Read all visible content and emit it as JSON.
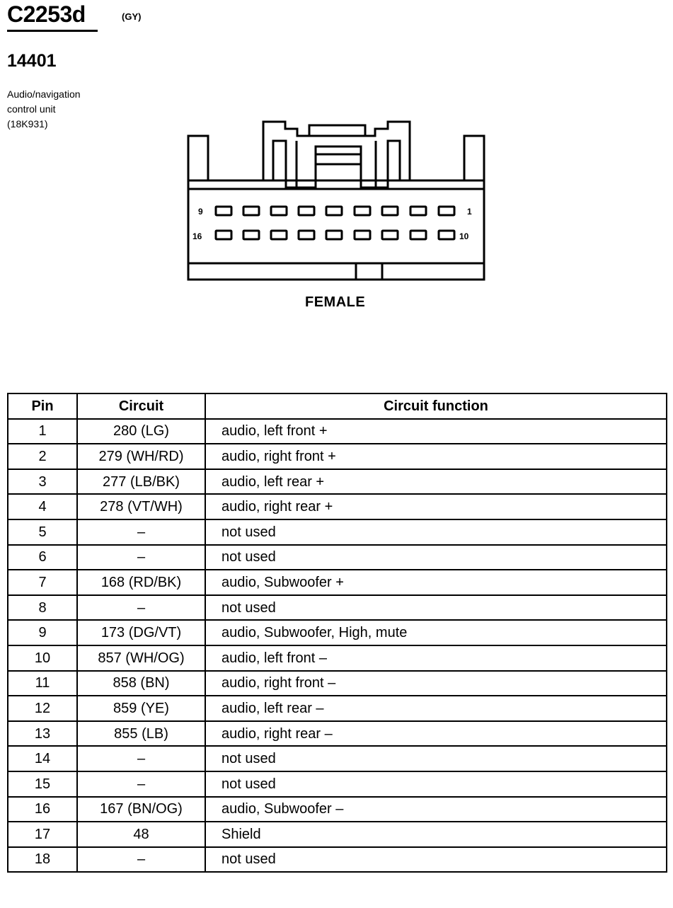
{
  "header": {
    "connector_id": "C2253d",
    "connector_color": "(GY)",
    "part_number": "14401",
    "description_lines": [
      "Audio/navigation",
      "control unit",
      "(18K931)"
    ]
  },
  "diagram": {
    "gender": "FEMALE",
    "pin_labels": {
      "top_left": "9",
      "top_right": "1",
      "bottom_left": "16",
      "bottom_right": "10"
    }
  },
  "table": {
    "headers": [
      "Pin",
      "Circuit",
      "Circuit function"
    ],
    "rows": [
      {
        "pin": "1",
        "circuit": "280 (LG)",
        "function": "audio, left front +"
      },
      {
        "pin": "2",
        "circuit": "279 (WH/RD)",
        "function": "audio, right front +"
      },
      {
        "pin": "3",
        "circuit": "277 (LB/BK)",
        "function": "audio, left rear +"
      },
      {
        "pin": "4",
        "circuit": "278 (VT/WH)",
        "function": "audio, right rear +"
      },
      {
        "pin": "5",
        "circuit": "–",
        "function": "not used"
      },
      {
        "pin": "6",
        "circuit": "–",
        "function": "not used"
      },
      {
        "pin": "7",
        "circuit": "168 (RD/BK)",
        "function": "audio, Subwoofer  +"
      },
      {
        "pin": "8",
        "circuit": "–",
        "function": "not used"
      },
      {
        "pin": "9",
        "circuit": "173 (DG/VT)",
        "function": "audio, Subwoofer, High, mute"
      },
      {
        "pin": "10",
        "circuit": "857 (WH/OG)",
        "function": "audio, left front –"
      },
      {
        "pin": "11",
        "circuit": "858 (BN)",
        "function": "audio, right front –"
      },
      {
        "pin": "12",
        "circuit": "859 (YE)",
        "function": "audio, left rear –"
      },
      {
        "pin": "13",
        "circuit": "855 (LB)",
        "function": "audio, right rear –"
      },
      {
        "pin": "14",
        "circuit": "–",
        "function": "not used"
      },
      {
        "pin": "15",
        "circuit": "–",
        "function": "not used"
      },
      {
        "pin": "16",
        "circuit": "167 (BN/OG)",
        "function": "audio, Subwoofer  –"
      },
      {
        "pin": "17",
        "circuit": "48",
        "function": "Shield"
      },
      {
        "pin": "18",
        "circuit": "–",
        "function": "not used"
      }
    ]
  }
}
